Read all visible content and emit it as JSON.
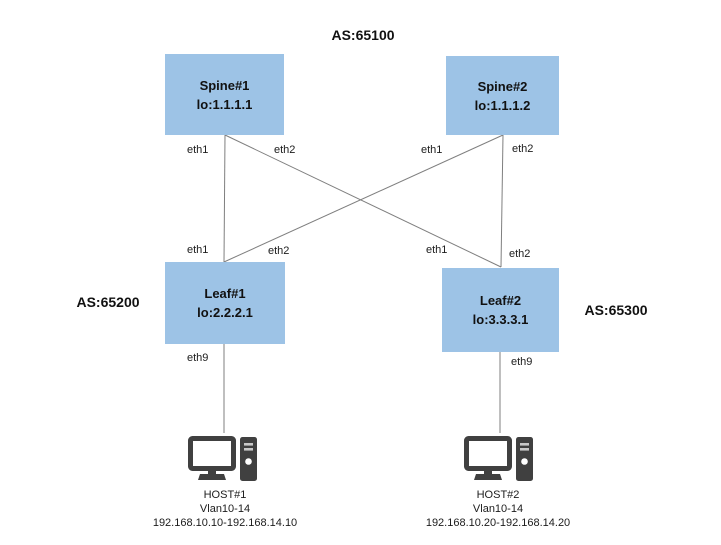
{
  "as_labels": {
    "spines": "AS:65100",
    "leaf1": "AS:65200",
    "leaf2": "AS:65300"
  },
  "nodes": {
    "spine1": {
      "name": "Spine#1",
      "loopback": "lo:1.1.1.1"
    },
    "spine2": {
      "name": "Spine#2",
      "loopback": "lo:1.1.1.2"
    },
    "leaf1": {
      "name": "Leaf#1",
      "loopback": "lo:2.2.2.1"
    },
    "leaf2": {
      "name": "Leaf#2",
      "loopback": "lo:3.3.3.1"
    }
  },
  "interfaces": {
    "spine1_eth1": "eth1",
    "spine1_eth2": "eth2",
    "spine2_eth1": "eth1",
    "spine2_eth2": "eth2",
    "leaf1_eth1": "eth1",
    "leaf1_eth2": "eth2",
    "leaf2_eth1": "eth1",
    "leaf2_eth2": "eth2",
    "leaf1_eth9": "eth9",
    "leaf2_eth9": "eth9"
  },
  "hosts": {
    "host1": {
      "name": "HOST#1",
      "vlan": "Vlan10-14",
      "ip_range": "192.168.10.10-192.168.14.10"
    },
    "host2": {
      "name": "HOST#2",
      "vlan": "Vlan10-14",
      "ip_range": "192.168.10.20-192.168.14.20"
    }
  },
  "links": [
    {
      "from": "Spine#1:eth1",
      "to": "Leaf#1:eth1"
    },
    {
      "from": "Spine#1:eth2",
      "to": "Leaf#2:eth1"
    },
    {
      "from": "Spine#2:eth1",
      "to": "Leaf#1:eth2"
    },
    {
      "from": "Spine#2:eth2",
      "to": "Leaf#2:eth2"
    },
    {
      "from": "Leaf#1:eth9",
      "to": "HOST#1"
    },
    {
      "from": "Leaf#2:eth9",
      "to": "HOST#2"
    }
  ],
  "colors": {
    "node_fill": "#9DC3E6",
    "link_line": "#7F7F7F",
    "host_icon": "#404040",
    "text": "#000000"
  }
}
